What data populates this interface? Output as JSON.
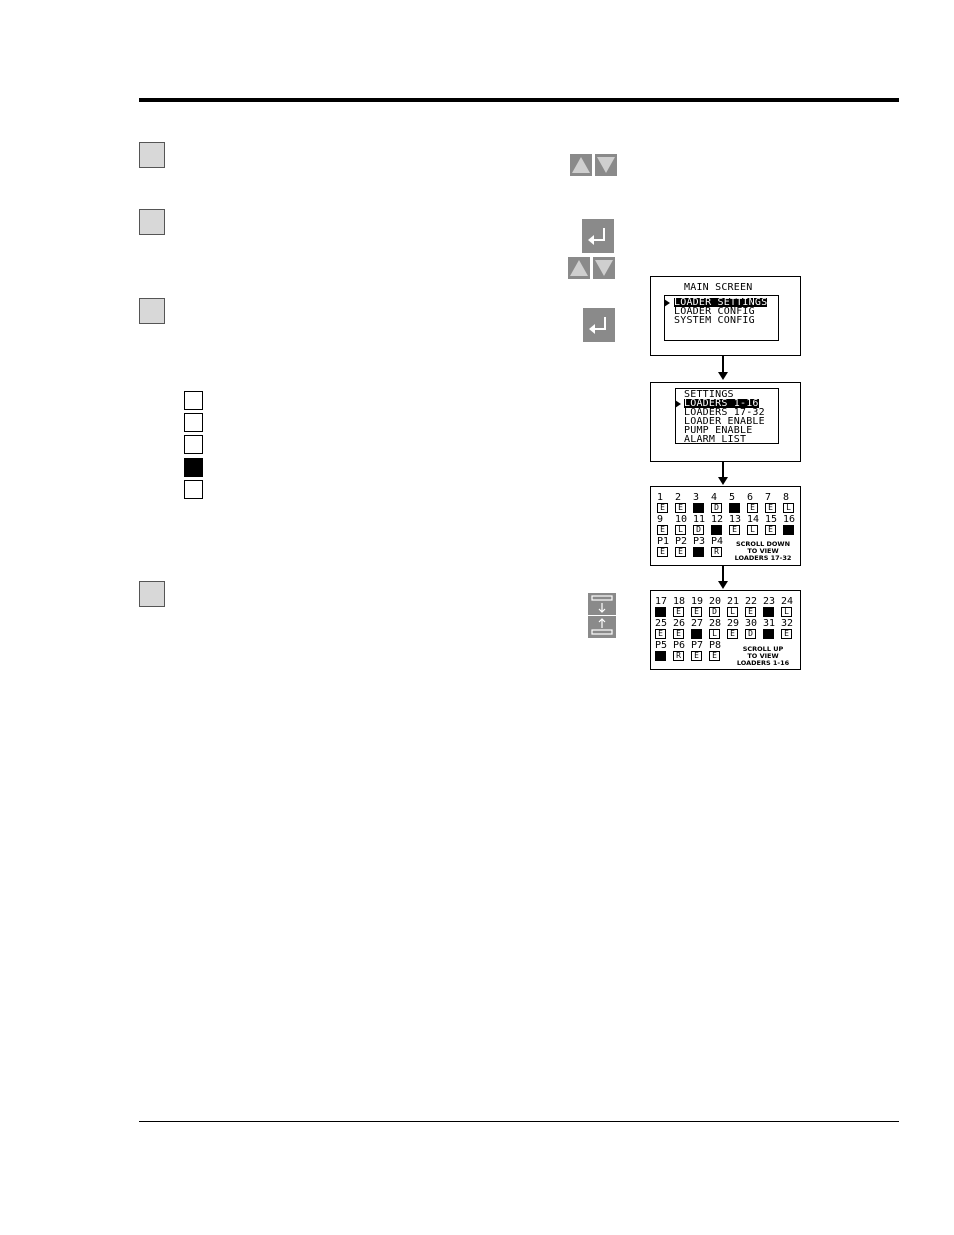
{
  "steps": [
    {
      "id": "step-1"
    },
    {
      "id": "step-2"
    },
    {
      "id": "step-3"
    },
    {
      "id": "step-4"
    }
  ],
  "legend": [
    {
      "filled": false
    },
    {
      "filled": false
    },
    {
      "filled": false
    },
    {
      "filled": true
    },
    {
      "filled": false
    }
  ],
  "keys": {
    "up_icon": "triangle-up-icon",
    "down_icon": "triangle-down-icon",
    "enter_icon": "enter-return-icon",
    "scroll_down_icon": "scroll-down-icon",
    "scroll_up_icon": "scroll-up-icon",
    "key_color": "#8a8a8a"
  },
  "main_screen": {
    "title": "MAIN SCREEN",
    "items": [
      "LOADER SETTINGS",
      "LOADER CONFIG",
      "SYSTEM CONFIG"
    ],
    "selected_index": 0
  },
  "settings_screen": {
    "title": "SETTINGS",
    "items": [
      "LOADERS 1-16",
      "LOADERS 17-32",
      "LOADER ENABLE",
      "PUMP ENABLE",
      "ALARM LIST"
    ],
    "selected_index": 0
  },
  "loaders_1_16": {
    "rows": [
      [
        {
          "n": "1",
          "s": "E"
        },
        {
          "n": "2",
          "s": "E"
        },
        {
          "n": "3",
          "s": ""
        },
        {
          "n": "4",
          "s": "D"
        },
        {
          "n": "5",
          "s": ""
        },
        {
          "n": "6",
          "s": "E"
        },
        {
          "n": "7",
          "s": "E"
        },
        {
          "n": "8",
          "s": "L"
        }
      ],
      [
        {
          "n": "9",
          "s": "E"
        },
        {
          "n": "10",
          "s": "L"
        },
        {
          "n": "11",
          "s": "D"
        },
        {
          "n": "12",
          "s": ""
        },
        {
          "n": "13",
          "s": "E"
        },
        {
          "n": "14",
          "s": "L"
        },
        {
          "n": "15",
          "s": "E"
        },
        {
          "n": "16",
          "s": ""
        }
      ]
    ],
    "pumps": [
      {
        "n": "P1",
        "s": "E"
      },
      {
        "n": "P2",
        "s": "E"
      },
      {
        "n": "P3",
        "s": ""
      },
      {
        "n": "P4",
        "s": "R"
      }
    ],
    "note": "SCROLL DOWN\nTO VIEW\nLOADERS 17-32"
  },
  "loaders_17_32": {
    "rows": [
      [
        {
          "n": "17",
          "s": ""
        },
        {
          "n": "18",
          "s": "E"
        },
        {
          "n": "19",
          "s": "E"
        },
        {
          "n": "20",
          "s": "D"
        },
        {
          "n": "21",
          "s": "L"
        },
        {
          "n": "22",
          "s": "E"
        },
        {
          "n": "23",
          "s": ""
        },
        {
          "n": "24",
          "s": "L"
        }
      ],
      [
        {
          "n": "25",
          "s": "E"
        },
        {
          "n": "26",
          "s": "E"
        },
        {
          "n": "27",
          "s": ""
        },
        {
          "n": "28",
          "s": "L"
        },
        {
          "n": "29",
          "s": "E"
        },
        {
          "n": "30",
          "s": "D"
        },
        {
          "n": "31",
          "s": ""
        },
        {
          "n": "32",
          "s": "E"
        }
      ]
    ],
    "pumps": [
      {
        "n": "P5",
        "s": ""
      },
      {
        "n": "P6",
        "s": "R"
      },
      {
        "n": "P7",
        "s": "E"
      },
      {
        "n": "P8",
        "s": "E"
      }
    ],
    "note": "SCROLL UP\nTO VIEW\nLOADERS 1-16"
  }
}
